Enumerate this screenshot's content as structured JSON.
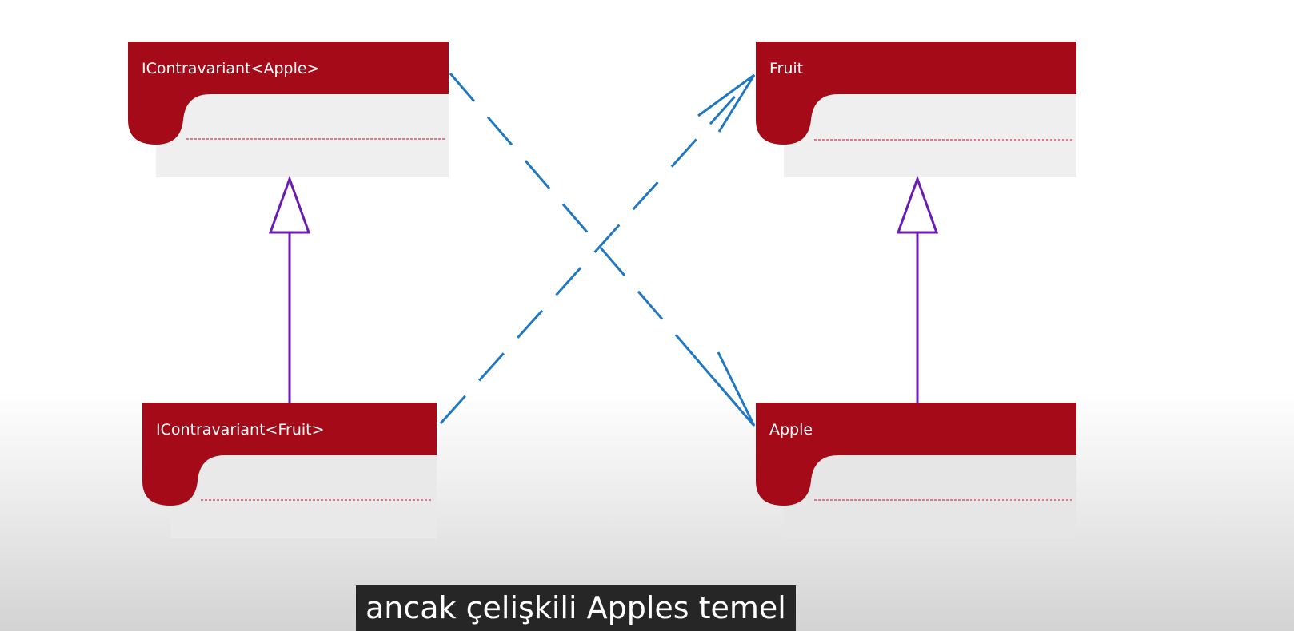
{
  "diagram": {
    "classes": {
      "icontravariant_apple": {
        "name": "IContravariant<Apple>"
      },
      "fruit": {
        "name": "Fruit"
      },
      "icontravariant_fruit": {
        "name": "IContravariant<Fruit>"
      },
      "apple": {
        "name": "Apple"
      }
    },
    "colors": {
      "header": "#a50a18",
      "body": "#efefef",
      "divider": "#e05070",
      "inheritance": "#6a1bb5",
      "dependency": "#1f78c1"
    }
  },
  "subtitle": {
    "text": "ancak çelişkili Apples temel"
  }
}
